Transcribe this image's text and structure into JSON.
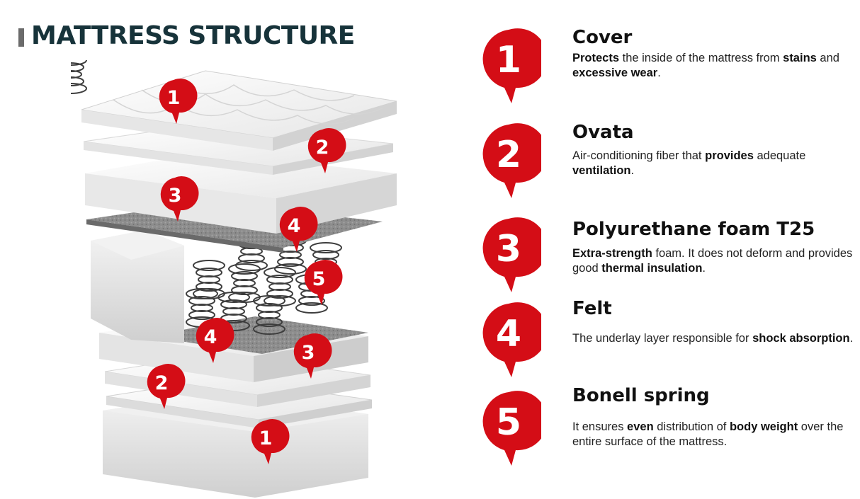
{
  "header": {
    "title": "MATTRESS STRUCTURE"
  },
  "colors": {
    "pin_red": "#d40d16",
    "title": "#17333a",
    "accent_bar": "#6b6b6b"
  },
  "illustration": {
    "pins": [
      "1",
      "2",
      "3",
      "4",
      "5",
      "4",
      "3",
      "2",
      "1"
    ]
  },
  "features": [
    {
      "number": "1",
      "title": "Cover",
      "desc": [
        {
          "t": "Protects",
          "b": true
        },
        {
          "t": " the inside of the mattress from ",
          "b": false
        },
        {
          "t": "stains",
          "b": true
        },
        {
          "t": " and ",
          "b": false
        },
        {
          "t": "excessive wear",
          "b": true
        },
        {
          "t": ".",
          "b": false
        }
      ]
    },
    {
      "number": "2",
      "title": "Ovata",
      "desc": [
        {
          "t": "Air-conditioning fiber that ",
          "b": false
        },
        {
          "t": "provides",
          "b": true
        },
        {
          "t": " adequate ",
          "b": false
        },
        {
          "t": "ventilation",
          "b": true
        },
        {
          "t": ".",
          "b": false
        }
      ]
    },
    {
      "number": "3",
      "title": "Polyurethane foam T25",
      "desc": [
        {
          "t": "Extra-strength",
          "b": true
        },
        {
          "t": " foam. It does not deform and provides good ",
          "b": false
        },
        {
          "t": "thermal insulation",
          "b": true
        },
        {
          "t": ".",
          "b": false
        }
      ]
    },
    {
      "number": "4",
      "title": "Felt",
      "desc": [
        {
          "t": "The underlay layer responsible for ",
          "b": false
        },
        {
          "t": "shock absorption",
          "b": true
        },
        {
          "t": ".",
          "b": false
        }
      ]
    },
    {
      "number": "5",
      "title": "Bonell spring",
      "desc": [
        {
          "t": "It ensures ",
          "b": false
        },
        {
          "t": "even",
          "b": true
        },
        {
          "t": " distribution of ",
          "b": false
        },
        {
          "t": "body weight",
          "b": true
        },
        {
          "t": " over the entire surface of the mattress.",
          "b": false
        }
      ]
    }
  ]
}
